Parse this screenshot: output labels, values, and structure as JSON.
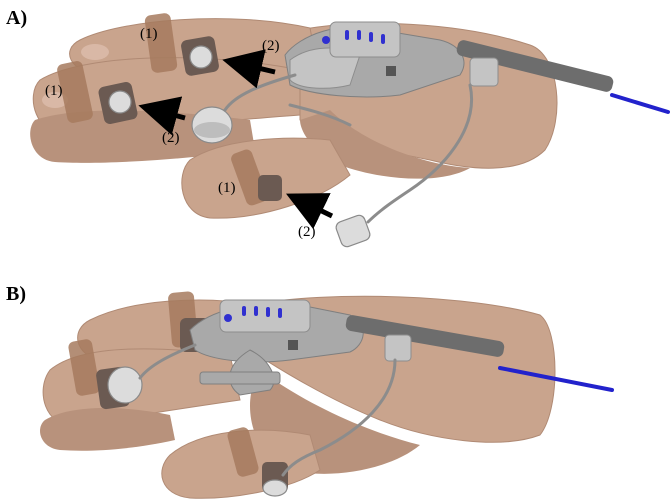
{
  "panels": {
    "a": {
      "label": "A)"
    },
    "b": {
      "label": "B)"
    }
  },
  "callouts": {
    "band": "(1)",
    "sensor": "(2)"
  },
  "colors": {
    "skin": "#c9a48d",
    "band": "#a67a5e",
    "device": "#a9a9a9",
    "fiber": "#2222cc"
  }
}
